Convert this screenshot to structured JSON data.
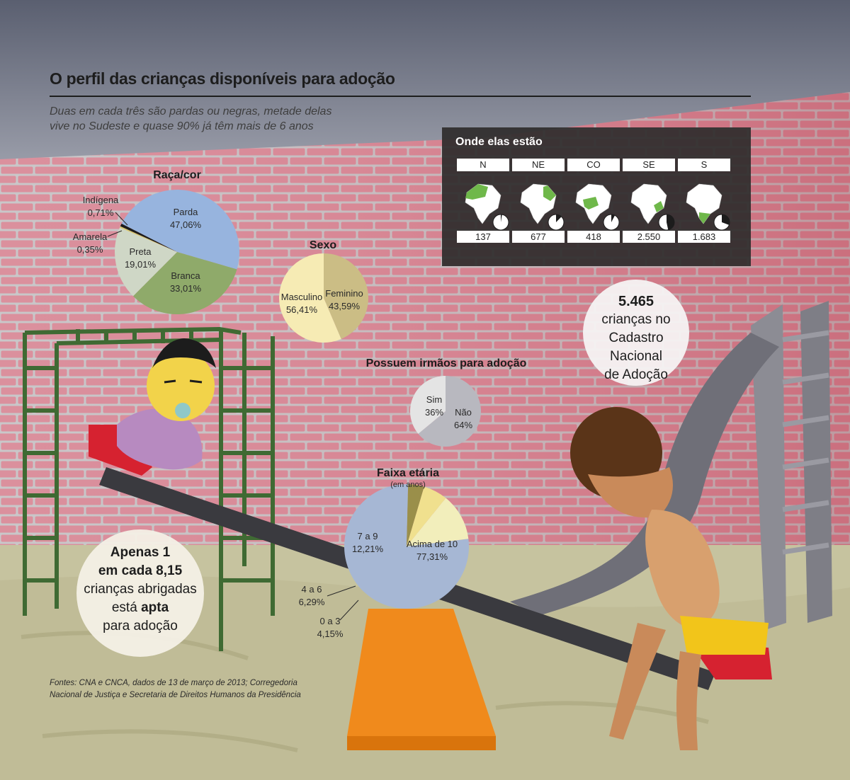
{
  "title": "O perfil das crianças disponíveis para adoção",
  "subtitle": [
    "Duas em cada três são pardas ou negras, metade delas",
    "vive no Sudeste e quase 90% já têm mais de 6 anos"
  ],
  "source": [
    "Fontes: CNA e CNCA, dados de 13 de março de 2013; Corregedoria",
    "Nacional de Justiça e Secretaria de Direitos Humanos da Presidência"
  ],
  "total_callout": {
    "number": "5.465",
    "line1": "crianças no",
    "line2": "Cadastro Nacional",
    "line3": "de Adoção"
  },
  "apt_callout": {
    "l1_pre": "Apenas ",
    "l1_num": "1",
    "l2": "em cada 8,15",
    "l3": "crianças abrigadas",
    "l4_pre": "está ",
    "l4_bold": "apta",
    "l5": "para adoção"
  },
  "colors": {
    "parda": "#97b4de",
    "branca": "#8faa6a",
    "preta": "#cfd7c6",
    "amarela": "#d8c86a",
    "indigena": "#1c1c1c",
    "masculino": "#f6ebb4",
    "feminino": "#cbbd85",
    "sim": "#e4e4e4",
    "nao": "#b8b8bf",
    "acima10": "#a6b7d4",
    "7a9": "#f2eebb",
    "4a6": "#f0e08e",
    "0a3": "#9a8f4a"
  },
  "chart_data": [
    {
      "type": "pie",
      "title": "Raça/cor",
      "slices": [
        {
          "name": "Parda",
          "value": 47.06,
          "label": "47,06%"
        },
        {
          "name": "Branca",
          "value": 33.01,
          "label": "33,01%"
        },
        {
          "name": "Preta",
          "value": 19.01,
          "label": "19,01%"
        },
        {
          "name": "Amarela",
          "value": 0.35,
          "label": "0,35%"
        },
        {
          "name": "Indígena",
          "value": 0.71,
          "label": "0,71%"
        }
      ]
    },
    {
      "type": "pie",
      "title": "Sexo",
      "slices": [
        {
          "name": "Feminino",
          "value": 43.59,
          "label": "43,59%"
        },
        {
          "name": "Masculino",
          "value": 56.41,
          "label": "56,41%"
        }
      ]
    },
    {
      "type": "pie",
      "title": "Possuem irmãos para adoção",
      "slices": [
        {
          "name": "Não",
          "value": 64,
          "label": "64%"
        },
        {
          "name": "Sim",
          "value": 36,
          "label": "36%"
        }
      ]
    },
    {
      "type": "pie",
      "title": "Faixa etária",
      "subtitle": "(em anos)",
      "slices": [
        {
          "name": "Acima de 10",
          "value": 77.31,
          "label": "77,31%"
        },
        {
          "name": "0 a 3",
          "value": 4.15,
          "label": "4,15%"
        },
        {
          "name": "4 a 6",
          "value": 6.29,
          "label": "6,29%"
        },
        {
          "name": "7 a 9",
          "value": 12.21,
          "label": "12,21%"
        }
      ]
    },
    {
      "type": "table",
      "title": "Onde elas estão",
      "regions": [
        {
          "name": "N",
          "value": 137,
          "label": "137"
        },
        {
          "name": "NE",
          "value": 677,
          "label": "677"
        },
        {
          "name": "CO",
          "value": 418,
          "label": "418"
        },
        {
          "name": "SE",
          "value": 2550,
          "label": "2.550"
        },
        {
          "name": "S",
          "value": 1683,
          "label": "1.683"
        }
      ],
      "total": 5465
    }
  ]
}
